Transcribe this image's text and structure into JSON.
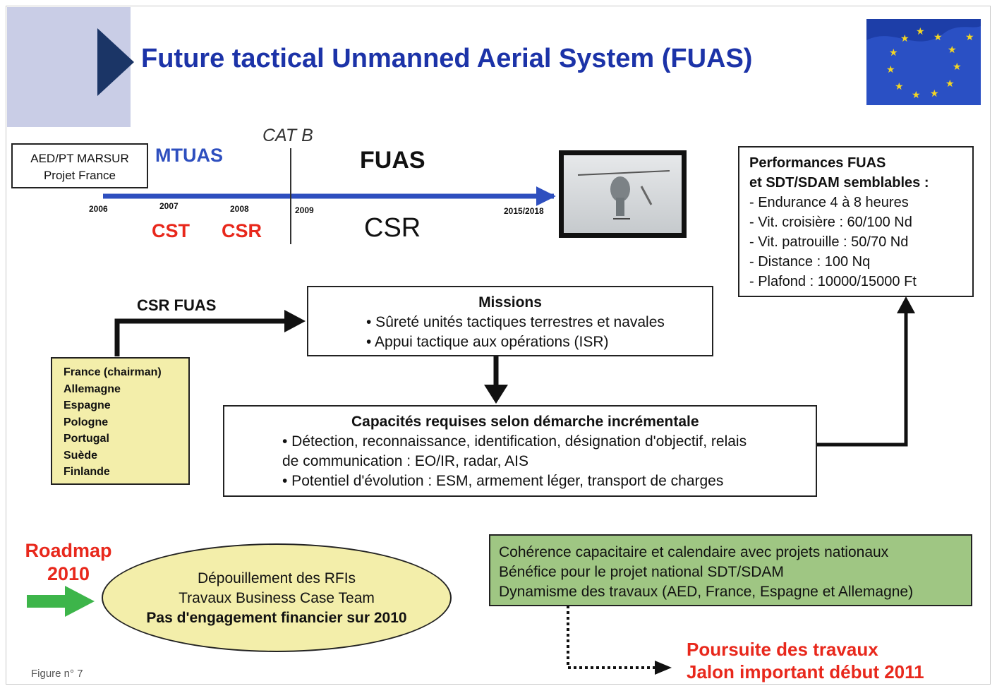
{
  "header": {
    "title": "Future tactical Unmanned Aerial System (FUAS)"
  },
  "timeline": {
    "org_box": [
      "AED/PT MARSUR",
      "Projet France"
    ],
    "mtuas": "MTUAS",
    "cat_b": "CAT B",
    "fuas": "FUAS",
    "csr_main": "CSR",
    "years": [
      "2006",
      "2007",
      "2008",
      "2009",
      "2015/2018"
    ],
    "cst": "CST",
    "csr_small": "CSR"
  },
  "performances": {
    "title": [
      "Performances FUAS",
      "et SDT/SDAM semblables :"
    ],
    "items": [
      "- Endurance 4 à 8 heures",
      "- Vit. croisière : 60/100 Nd",
      "- Vit. patrouille : 50/70 Nd",
      "- Distance : 100 Nq",
      "- Plafond : 10000/15000 Ft"
    ]
  },
  "csr_fuas": {
    "label": "CSR FUAS",
    "countries": [
      "France (chairman)",
      "Allemagne",
      "Espagne",
      "Pologne",
      "Portugal",
      "Suède",
      "Finlande"
    ]
  },
  "missions": {
    "title": "Missions",
    "items": [
      "• Sûreté unités tactiques terrestres et navales",
      "• Appui tactique aux opérations (ISR)"
    ]
  },
  "capacites": {
    "title": "Capacités requises selon démarche incrémentale",
    "lines": [
      "• Détection, reconnaissance, identification, désignation d'objectif, relais",
      "de communication : EO/IR, radar, AIS",
      "• Potentiel d'évolution : ESM, armement léger, transport de charges"
    ]
  },
  "roadmap": {
    "label": [
      "Roadmap",
      "2010"
    ],
    "ellipse": [
      "Dépouillement des RFIs",
      "Travaux Business Case Team",
      "Pas d'engagement financier sur 2010"
    ]
  },
  "coherence": {
    "lines": [
      "Cohérence capacitaire et calendaire avec projets nationaux",
      "Bénéfice pour le projet national SDT/SDAM",
      "Dynamisme des travaux (AED, France, Espagne et Allemagne)"
    ]
  },
  "poursuite": [
    "Poursuite des travaux",
    "Jalon important début 2011"
  ],
  "figure_label": "Figure n° 7",
  "colors": {
    "title_blue": "#1c33a8",
    "arrow_blue": "#2e4fbf",
    "red": "#e8281c",
    "yellow_box": "#f3eeaa",
    "green_box": "#9fc683",
    "green_arrow": "#3db54a",
    "header_bg": "#c9cde6"
  }
}
